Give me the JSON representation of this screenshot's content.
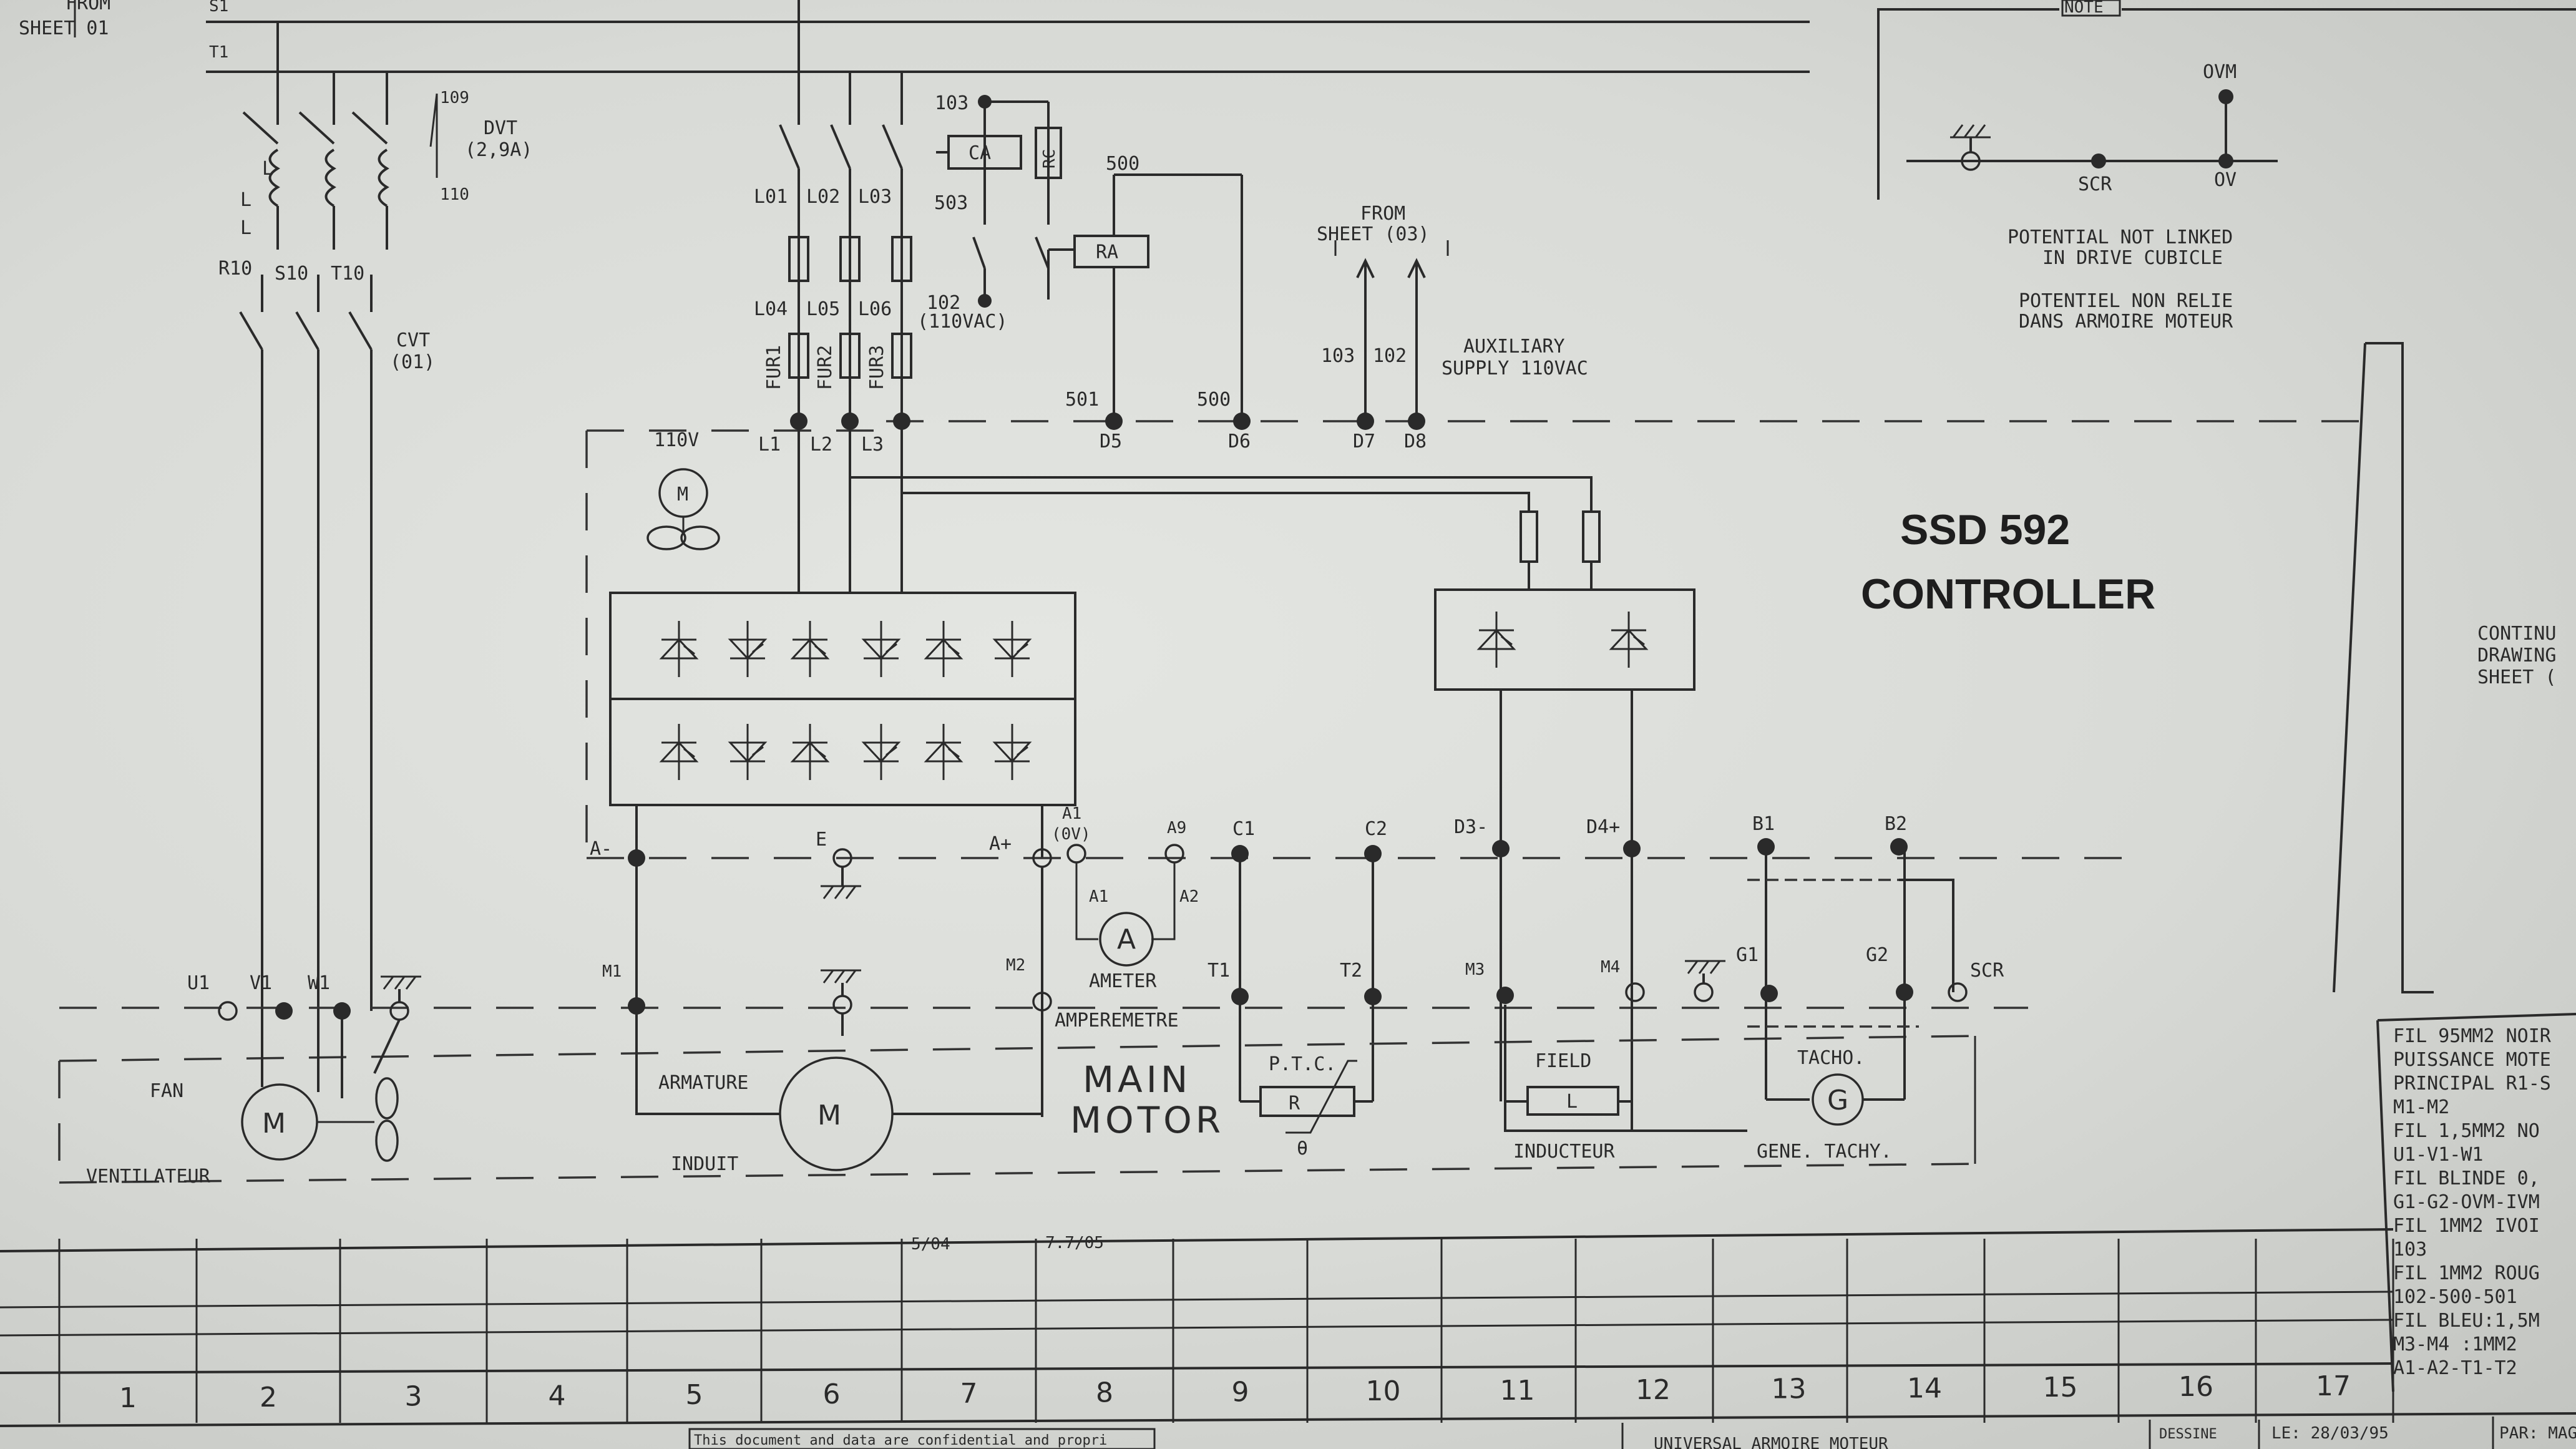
{
  "header": {
    "from_sheet": [
      "FROM",
      "SHEET 01"
    ],
    "bus_labels": [
      "S1",
      "T1"
    ]
  },
  "breakers": {
    "dvt": [
      "DVT",
      "(2,9A)"
    ],
    "dvt_terms": [
      "109",
      "110"
    ],
    "cvt": [
      "CVT",
      "(01)"
    ],
    "overload_labels": [
      "L",
      "L",
      "L"
    ],
    "outputs": [
      "R10",
      "S10",
      "T10"
    ]
  },
  "line_fuses": {
    "top": [
      "L01",
      "L02",
      "L03"
    ],
    "mid": [
      "L04",
      "L05",
      "L06"
    ],
    "fuses": [
      "FUR1",
      "FUR2",
      "FUR3"
    ],
    "terminals": [
      "L1",
      "L2",
      "L3"
    ]
  },
  "contactor": {
    "ca": "CA",
    "rc": "RC",
    "ra": "RA",
    "t103": "103",
    "t503": "503",
    "t102": "102",
    "vac": "(110VAC)",
    "t500": "500",
    "t501": "501",
    "t500b": "500"
  },
  "aux": {
    "from": "FROM",
    "sheet": "SHEET (03)",
    "t103": "103",
    "t102": "102",
    "supply1": "AUXILIARY",
    "supply2": "SUPPLY 110VAC"
  },
  "terminals_top": [
    "D5",
    "D6",
    "D7",
    "D8"
  ],
  "note": {
    "title": "NOTE",
    "ovm": "OVM",
    "scr": "SCR",
    "ov": "OV",
    "en1": "POTENTIAL NOT LINKED",
    "en2": "IN DRIVE CUBICLE",
    "fr1": "POTENTIEL NON RELIE",
    "fr2": "DANS ARMOIRE MOTEUR"
  },
  "controller": {
    "line1": "SSD  592",
    "line2": "CONTROLLER"
  },
  "continued": [
    "CONTINU",
    "DRAWING",
    "SHEET ("
  ],
  "fan_motor": {
    "voltage": "110V",
    "m": "M"
  },
  "drive_terminals": {
    "a_minus": "A-",
    "e": "E",
    "a_plus": "A+",
    "a1": "A1",
    "ov": "(0V)",
    "a9": "A9",
    "c1": "C1",
    "c2": "C2",
    "d3": "D3-",
    "d4": "D4+",
    "b1": "B1",
    "b2": "B2"
  },
  "ammeter": {
    "a1": "A1",
    "a2": "A2",
    "symbol": "A",
    "label": "AMETER",
    "label_fr": "AMPEREMETRE"
  },
  "motor_terminals": {
    "u1": "U1",
    "v1": "V1",
    "w1": "W1",
    "m1": "M1",
    "m2": "M2",
    "t1": "T1",
    "t2": "T2",
    "m3": "M3",
    "m4": "M4",
    "g1": "G1",
    "g2": "G2",
    "scr": "SCR"
  },
  "fan": {
    "label": "FAN",
    "m": "M",
    "label_fr": "VENTILATEUR"
  },
  "armature": {
    "label": "ARMATURE",
    "m": "M",
    "label_fr": "INDUIT"
  },
  "main_motor": [
    "MAIN",
    "MOTOR"
  ],
  "ptc": {
    "label": "P.T.C.",
    "r": "R",
    "theta": "θ"
  },
  "field": {
    "label": "FIELD",
    "l": "L",
    "label_fr": "INDUCTEUR"
  },
  "tacho": {
    "label": "TACHO.",
    "g": "G",
    "label_fr": "GENE. TACHY."
  },
  "revisions": {
    "c7": "5/04",
    "c8": "7.7/05"
  },
  "grid_numbers": [
    "1",
    "2",
    "3",
    "4",
    "5",
    "6",
    "7",
    "8",
    "9",
    "10",
    "11",
    "12",
    "13",
    "14",
    "15",
    "16",
    "17"
  ],
  "notes_right": [
    "FIL 95MM2 NOIR",
    "PUISSANCE MOTE",
    "PRINCIPAL R1-S",
    "M1-M2",
    "FIL 1,5MM2 NO",
    "U1-V1-W1",
    "FIL BLINDE 0,",
    "G1-G2-OVM-IVM",
    "FIL 1MM2 IVOI",
    "103",
    "FIL 1MM2 ROUG",
    "102-500-501",
    "FIL BLEU:1,5M",
    "M3-M4 :1MM2",
    "A1-A2-T1-T2"
  ],
  "title_block": {
    "confidential": "This document and data are confidential and propri",
    "project": "UNIVERSAL ARMOIRE MOTEUR",
    "dessine": "DESSINE",
    "date": "LE: 28/03/95",
    "par": "PAR: MAGAUD"
  }
}
